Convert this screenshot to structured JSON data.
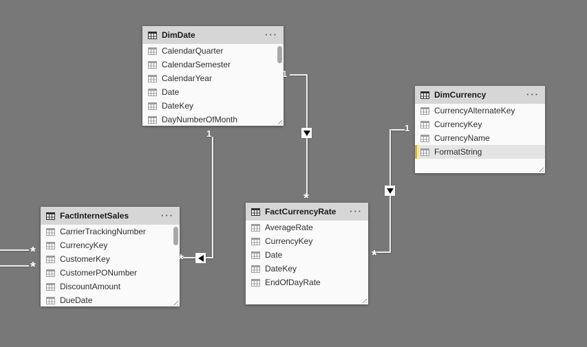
{
  "view": {
    "name": "Power BI model view canvas"
  },
  "icons": {
    "more_options": "···",
    "table_icon": "table-grid",
    "column_icon": "table-grid"
  },
  "colors": {
    "canvas_bg": "#787878",
    "card_bg": "#fafafa",
    "card_header_bg": "#d6d6d6",
    "selection_accent": "#EBB200",
    "relationship_line": "#efefef"
  },
  "tables": [
    {
      "title": "DimDate",
      "fields": [
        "CalendarQuarter",
        "CalendarSemester",
        "CalendarYear",
        "Date",
        "DateKey",
        "DayNumberOfMonth"
      ],
      "scrollbar": true
    },
    {
      "title": "FactInternetSales",
      "fields": [
        "CarrierTrackingNumber",
        "CurrencyKey",
        "CustomerKey",
        "CustomerPONumber",
        "DiscountAmount",
        "DueDate"
      ],
      "scrollbar": true
    },
    {
      "title": "FactCurrencyRate",
      "fields": [
        "AverageRate",
        "CurrencyKey",
        "Date",
        "DateKey",
        "EndOfDayRate"
      ],
      "scrollbar": false
    },
    {
      "title": "DimCurrency",
      "fields": [
        "CurrencyAlternateKey",
        "CurrencyKey",
        "CurrencyName",
        "FormatString"
      ],
      "selected_field": "FormatString",
      "scrollbar": false
    }
  ],
  "relationships": [
    {
      "from": "DimDate",
      "to": "FactInternetSales",
      "one_label": "1",
      "many_label": "*",
      "arrow": "left"
    },
    {
      "from": "DimDate",
      "to": "FactCurrencyRate",
      "one_label": "1",
      "many_label": "*",
      "arrow": "down"
    },
    {
      "from": "DimCurrency",
      "to": "FactCurrencyRate",
      "one_label": "1",
      "many_label": "*",
      "arrow": "down"
    },
    {
      "from": "offscreen-left",
      "to": "FactInternetSales",
      "many_label": "*"
    },
    {
      "from": "offscreen-left",
      "to": "FactInternetSales",
      "many_label": "*"
    }
  ]
}
